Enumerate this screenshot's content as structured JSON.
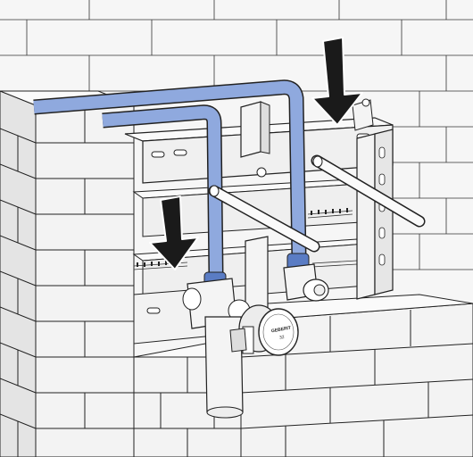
{
  "illustration": {
    "subject": "installation-frame-behind-brick-wall",
    "palette": {
      "background": "#ffffff",
      "brick_fill": "#f4f4f4",
      "brick_face_fill": "#e3e3e3",
      "mortar": "#1f1f1f",
      "frame_fill": "#f2f2f2",
      "pipe_blue": "#8fa9de",
      "pipe_blue_dark": "#5a7cc4",
      "arrow_fill": "#1a1a1a"
    },
    "arrows": [
      {
        "name": "down-arrow-right",
        "direction": "down"
      },
      {
        "name": "down-arrow-left",
        "direction": "down"
      }
    ],
    "logo": {
      "brand": "GEBERIT",
      "label": "32"
    }
  }
}
